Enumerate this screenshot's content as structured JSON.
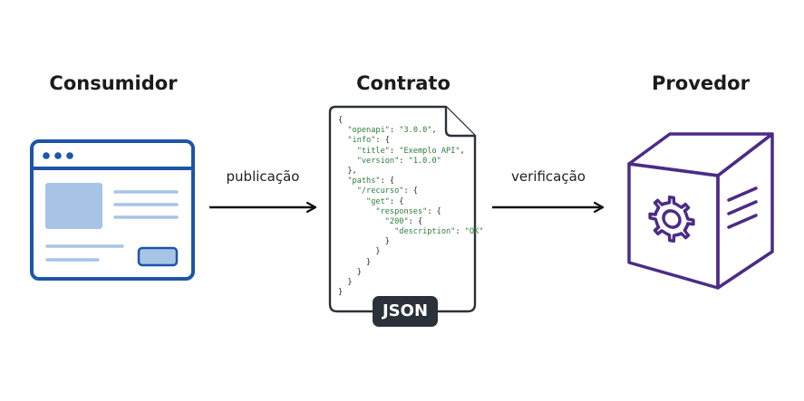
{
  "consumer": {
    "title": "Consumidor"
  },
  "contract": {
    "title": "Contrato",
    "format_badge": "JSON",
    "code_lines": [
      [
        {
          "t": "{",
          "c": "p"
        }
      ],
      [
        {
          "t": "  ",
          "c": "p"
        },
        {
          "t": "\"openapi\"",
          "c": "k"
        },
        {
          "t": ": ",
          "c": "p"
        },
        {
          "t": "\"3.0.0\"",
          "c": "s"
        },
        {
          "t": ",",
          "c": "p"
        }
      ],
      [
        {
          "t": "  ",
          "c": "p"
        },
        {
          "t": "\"info\"",
          "c": "k"
        },
        {
          "t": ": {",
          "c": "p"
        }
      ],
      [
        {
          "t": "    ",
          "c": "p"
        },
        {
          "t": "\"title\"",
          "c": "k"
        },
        {
          "t": ": ",
          "c": "p"
        },
        {
          "t": "\"Exemplo API\"",
          "c": "s"
        },
        {
          "t": ",",
          "c": "p"
        }
      ],
      [
        {
          "t": "    ",
          "c": "p"
        },
        {
          "t": "\"version\"",
          "c": "k"
        },
        {
          "t": ": ",
          "c": "p"
        },
        {
          "t": "\"1.0.0\"",
          "c": "s"
        }
      ],
      [
        {
          "t": "  },",
          "c": "p"
        }
      ],
      [
        {
          "t": "  ",
          "c": "p"
        },
        {
          "t": "\"paths\"",
          "c": "k"
        },
        {
          "t": ": {",
          "c": "p"
        }
      ],
      [
        {
          "t": "    ",
          "c": "p"
        },
        {
          "t": "\"/recurso\"",
          "c": "k"
        },
        {
          "t": ": {",
          "c": "p"
        }
      ],
      [
        {
          "t": "      ",
          "c": "p"
        },
        {
          "t": "\"get\"",
          "c": "k"
        },
        {
          "t": ": {",
          "c": "p"
        }
      ],
      [
        {
          "t": "        ",
          "c": "p"
        },
        {
          "t": "\"responses\"",
          "c": "k"
        },
        {
          "t": ": {",
          "c": "p"
        }
      ],
      [
        {
          "t": "          ",
          "c": "p"
        },
        {
          "t": "\"200\"",
          "c": "k"
        },
        {
          "t": ": {",
          "c": "p"
        }
      ],
      [
        {
          "t": "            ",
          "c": "p"
        },
        {
          "t": "\"description\"",
          "c": "k"
        },
        {
          "t": ": ",
          "c": "p"
        },
        {
          "t": "\"OK\"",
          "c": "s"
        }
      ],
      [
        {
          "t": "          }",
          "c": "p"
        }
      ],
      [
        {
          "t": "        }",
          "c": "p"
        }
      ],
      [
        {
          "t": "      }",
          "c": "p"
        }
      ],
      [
        {
          "t": "    }",
          "c": "p"
        }
      ],
      [
        {
          "t": "  }",
          "c": "p"
        }
      ],
      [
        {
          "t": "}",
          "c": "p"
        }
      ]
    ]
  },
  "provider": {
    "title": "Provedor"
  },
  "arrows": {
    "left_label": "publicação",
    "right_label": "verificação"
  },
  "colors": {
    "consumer_blue": "#1d55a8",
    "consumer_fill": "#a7c4e6",
    "provider_purple": "#4b2c85",
    "code_green": "#2f7d3c",
    "badge_bg": "#2b3138"
  },
  "icons": {
    "consumer": "browser-window-icon",
    "contract": "document-icon",
    "provider": "cube-gear-icon"
  }
}
